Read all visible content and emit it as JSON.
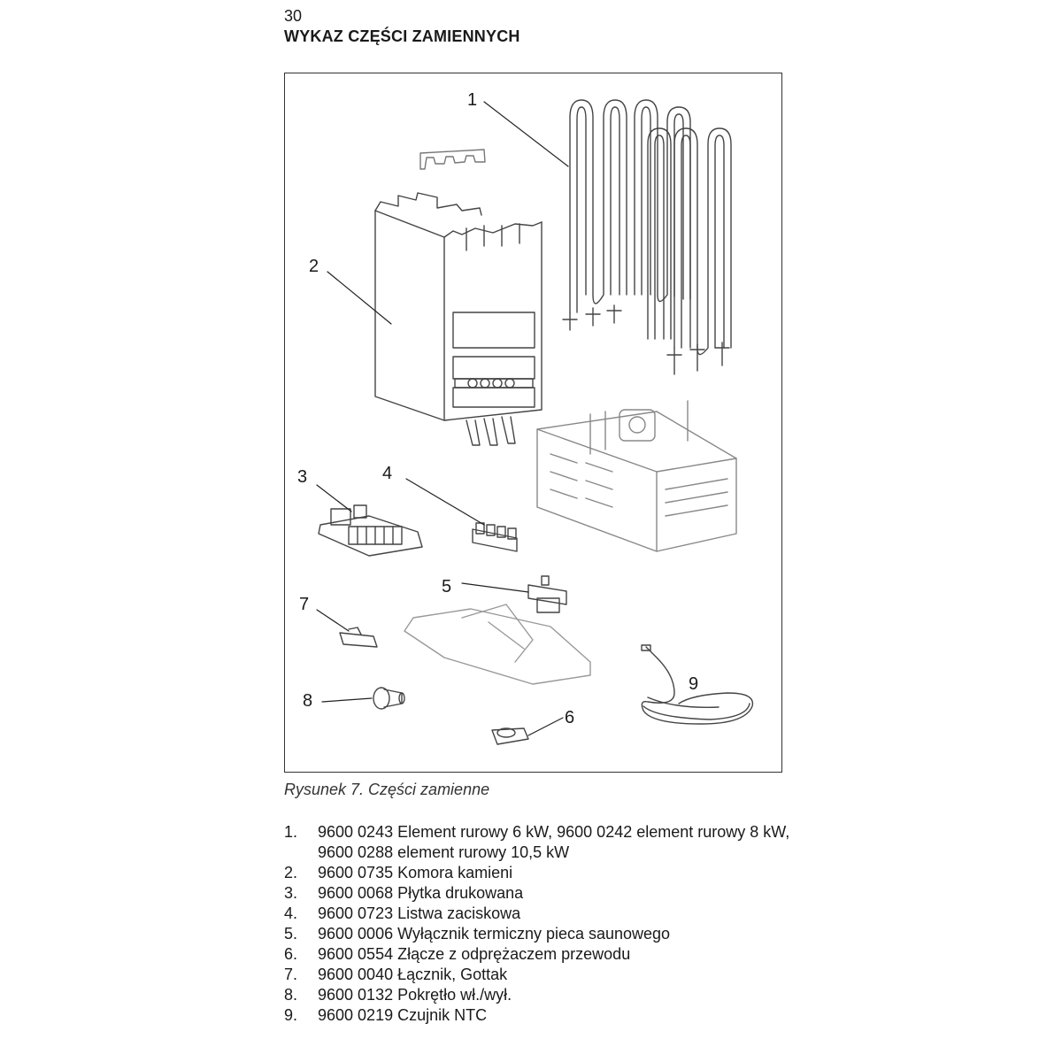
{
  "header": {
    "page_number": "30",
    "title": "WYKAZ CZĘŚCI ZAMIENNYCH"
  },
  "figure": {
    "callouts": [
      "1",
      "2",
      "3",
      "4",
      "5",
      "6",
      "7",
      "8",
      "9"
    ],
    "caption": "Rysunek 7. Części zamienne"
  },
  "parts": [
    {
      "num": "1.",
      "text": "9600 0243 Element rurowy 6 kW, 9600 0242 element rurowy 8 kW, 9600 0288 element rurowy 10,5 kW"
    },
    {
      "num": "2.",
      "text": "9600 0735 Komora kamieni"
    },
    {
      "num": "3.",
      "text": "9600 0068 Płytka drukowana"
    },
    {
      "num": "4.",
      "text": "9600 0723 Listwa zaciskowa"
    },
    {
      "num": "5.",
      "text": "9600 0006 Wyłącznik termiczny pieca saunowego"
    },
    {
      "num": "6.",
      "text": "9600 0554 Złącze z odprężaczem przewodu"
    },
    {
      "num": "7.",
      "text": "9600 0040 Łącznik, Gottak"
    },
    {
      "num": "8.",
      "text": "9600 0132 Pokrętło wł./wył."
    },
    {
      "num": "9.",
      "text": "9600 0219 Czujnik NTC"
    }
  ]
}
